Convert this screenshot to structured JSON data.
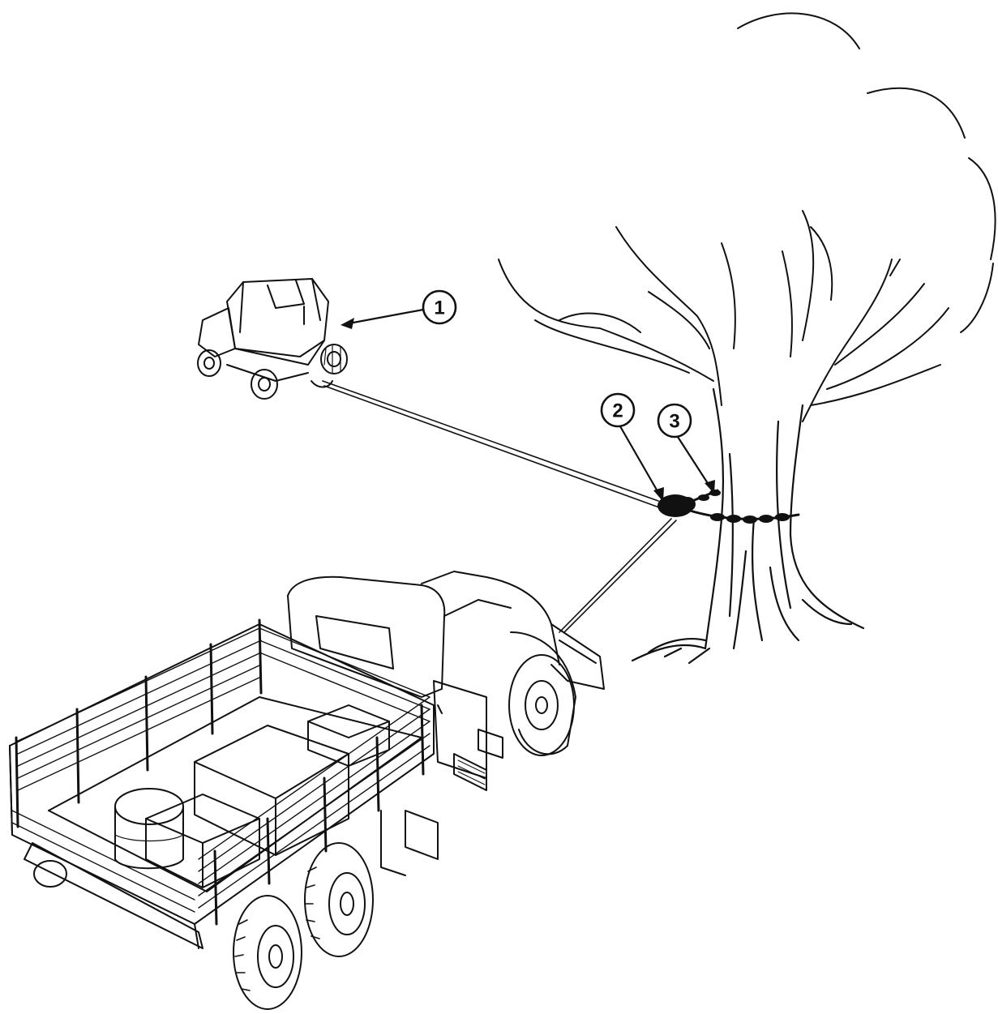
{
  "figure": {
    "subjects": {
      "disabled_vehicle": "small-truck",
      "recovery_vehicle": "cargo-truck",
      "anchor": "tree"
    },
    "callouts": [
      {
        "id": "callout-1",
        "label": "1"
      },
      {
        "id": "callout-2",
        "label": "2"
      },
      {
        "id": "callout-3",
        "label": "3"
      }
    ]
  }
}
